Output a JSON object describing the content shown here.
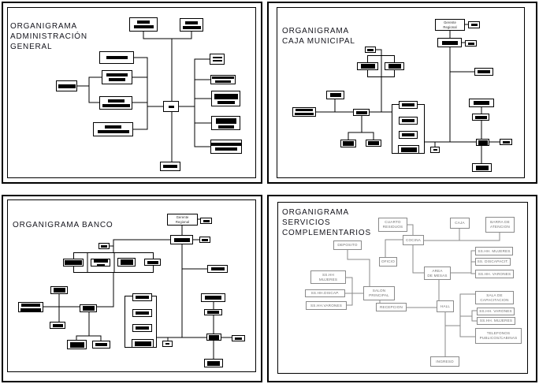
{
  "colors": {
    "line_black": "#000000",
    "line_gray": "#8a8a8a",
    "text_gray": "#6f6f6f",
    "title_text": "#14141c",
    "background": "#ffffff"
  },
  "panels": {
    "admin_general": {
      "title": "ORGANIGRAMA\nADMINISTRACIÓN\nGENERAL"
    },
    "caja_municipal": {
      "title": "ORGANIGRAMA\nCAJA MUNICIPAL",
      "nodes": {
        "gerente_regional": "Gerente\nRegional"
      }
    },
    "banco": {
      "title": "ORGANIGRAMA BANCO",
      "nodes": {
        "gerente_regional": "Gerente\nRegional"
      }
    },
    "servicios": {
      "title": "ORGANIGRAMA\nSERVICIOS\nCOMPLEMENTARIOS",
      "nodes": {
        "cuarto_residuos": "CUARTO\nRESIDUOS",
        "caja": "CAJA",
        "barra_atencion": "BARRA DE\nATENCION",
        "cocina": "COCINA",
        "deposito": "DEPOSITO",
        "oficio": "OFICIO",
        "sshh_mujeres_right": "SS.HH. MUJERES",
        "ss_discapacit": "SS. DISCAPACIT.",
        "sshh_varones_right": "SS.HH. VARONES",
        "area_mesas": "AREA\nDE MESAS",
        "sshh_mujeres_left": "SS.HH\nMUJERES",
        "sshh_discap_left": "SS.HH.DISCAP.",
        "sshh_varones_left": "SS.HH.VARONES",
        "salon_principal": "SALON\nPRINCIPAL",
        "recepcion": "RECEPCION",
        "hall": "HALL",
        "sala_capacitacion": "SALA DE\nCAPACITACION",
        "sshh_varones_lower": "SS.HH. VARONES",
        "sshh_mujeres_lower": "SS.HH. MUJERES",
        "telefonos": "TELEFONOS\nPUBLICOS/CABINAS",
        "ingreso": "INGRESO"
      }
    }
  }
}
